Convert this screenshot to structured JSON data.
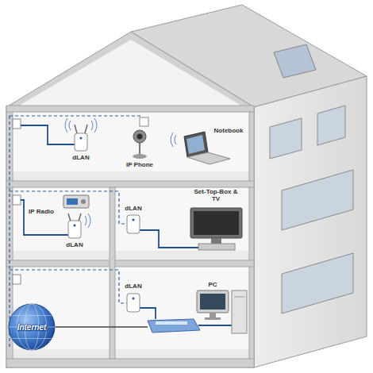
{
  "diagram": {
    "nodes": [
      {
        "text": [
          "Internet"
        ]
      }
    ],
    "labels": [
      "dLAN",
      "IP Phone",
      "Notebook",
      "IP Radio",
      "dLAN",
      "Set-Top-Box & TV",
      "dLAN",
      "dLAN",
      "PC"
    ]
  }
}
